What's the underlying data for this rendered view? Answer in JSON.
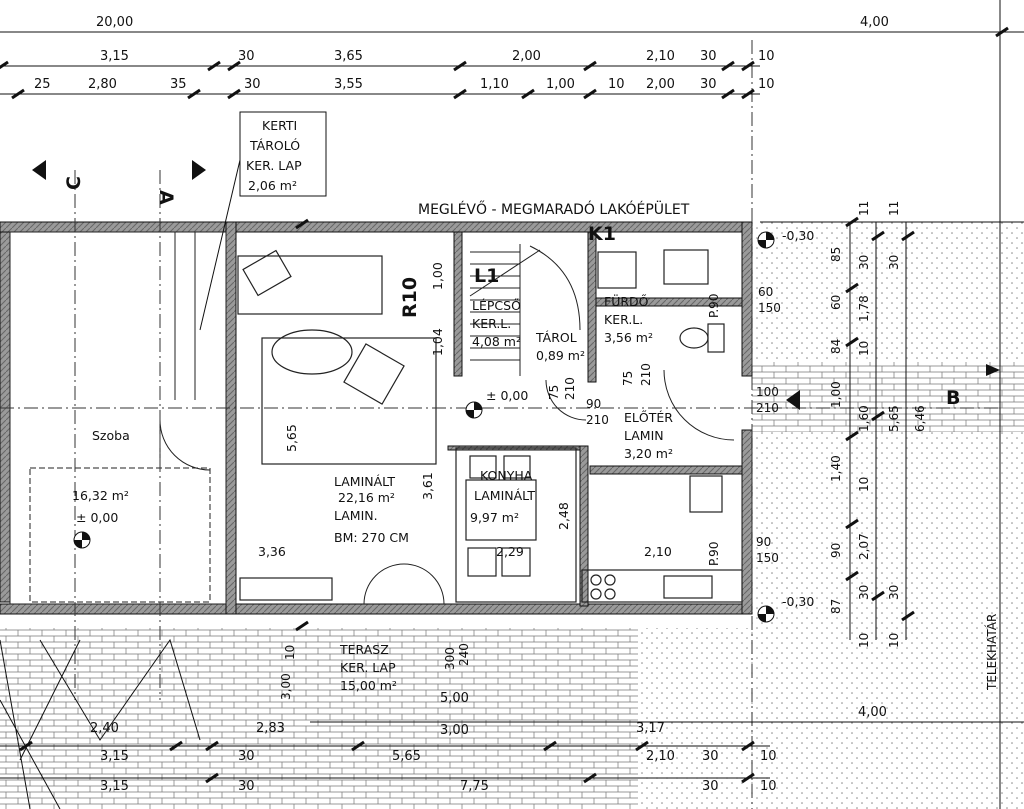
{
  "dims_top": {
    "total": "20,00",
    "right": "4,00",
    "row1": [
      "3,15",
      "30",
      "3,65",
      "2,00",
      "2,10",
      "30",
      "10"
    ],
    "row2": [
      "25",
      "2,80",
      "35",
      "30",
      "3,55",
      "1,10",
      "1,00",
      "10",
      "2,00",
      "30",
      "10"
    ]
  },
  "dims_bottom": {
    "row1": [
      "2,40",
      "2,83",
      "3,00",
      "3,17"
    ],
    "row2": [
      "3,15",
      "30",
      "5,65",
      "2,10",
      "30",
      "10"
    ],
    "row3": [
      "3,15",
      "30",
      "7,75",
      "30",
      "10"
    ],
    "total_right": "4,00",
    "terrace_w": "5,00",
    "terrace_h": "3,00",
    "vert": [
      "10",
      "300",
      "240"
    ]
  },
  "dims_right": {
    "col1": [
      "85",
      "60",
      "84",
      "1,00",
      "1,40",
      "90",
      "87"
    ],
    "col2": [
      "11",
      "30",
      "1,78",
      "10",
      "1,60",
      "10",
      "2,07",
      "30",
      "10"
    ],
    "col3": [
      "11",
      "30",
      "5,65",
      "6,46",
      "30",
      "10"
    ]
  },
  "sections": {
    "c": "C",
    "a": "A",
    "b": "B"
  },
  "header_label": "MEGLÉVŐ - MEGMARADÓ LAKÓÉPÜLET",
  "wall_tags": {
    "k1": "K1",
    "r10": "R10",
    "l1": "L1"
  },
  "levels": {
    "zero": "± 0,00",
    "minus030a": "-0,30",
    "minus030b": "-0,30"
  },
  "kerti": {
    "l1": "KERTI",
    "l2": "TÁROLÓ",
    "l3": "KER. LAP",
    "l4": "2,06 m²"
  },
  "szoba": {
    "name": "Szoba",
    "area": "16,32 m²",
    "level": "± 0,00"
  },
  "nappali": {
    "l1": "LAMINÁLT",
    "l2": "22,16 m²",
    "l3": "LAMIN.",
    "l4": "BM: 270 CM",
    "w": "5,65",
    "h": "3,61",
    "d1": "1,00",
    "d2": "1,04",
    "d3": "3,36"
  },
  "lepcso": {
    "l1": "LÉPCSŐ",
    "l2": "KER.L.",
    "l3": "4,08 m²"
  },
  "tarolo": {
    "l1": "TÁROL",
    "l2": "0,89 m²"
  },
  "furdo": {
    "l1": "FÜRDŐ",
    "l2": "KER.L.",
    "l3": "3,56 m²",
    "p": "P.90"
  },
  "eloter": {
    "l1": "ELŐTÉR",
    "l2": "LAMIN",
    "l3": "3,20 m²"
  },
  "konyha": {
    "l1": "KONYHA",
    "l2": "LAMINÁLT",
    "l3": "9,97 m²",
    "w": "2,29",
    "h": "2,48",
    "w2": "2,10",
    "p": "P.90"
  },
  "door_marks": {
    "a": "90",
    "b": "210",
    "c": "75",
    "d": "210",
    "e": "75",
    "f": "210",
    "g": "100",
    "h": "210",
    "i": "60",
    "j": "150",
    "k": "90",
    "l": "150"
  },
  "terasz": {
    "l1": "TERASZ",
    "l2": "KER. LAP",
    "l3": "15,00 m²"
  },
  "telekhatar": "TELEKHATÁR",
  "colors": {
    "line": "#111111",
    "wall": "#8a8a8a",
    "dash": "#333333"
  }
}
